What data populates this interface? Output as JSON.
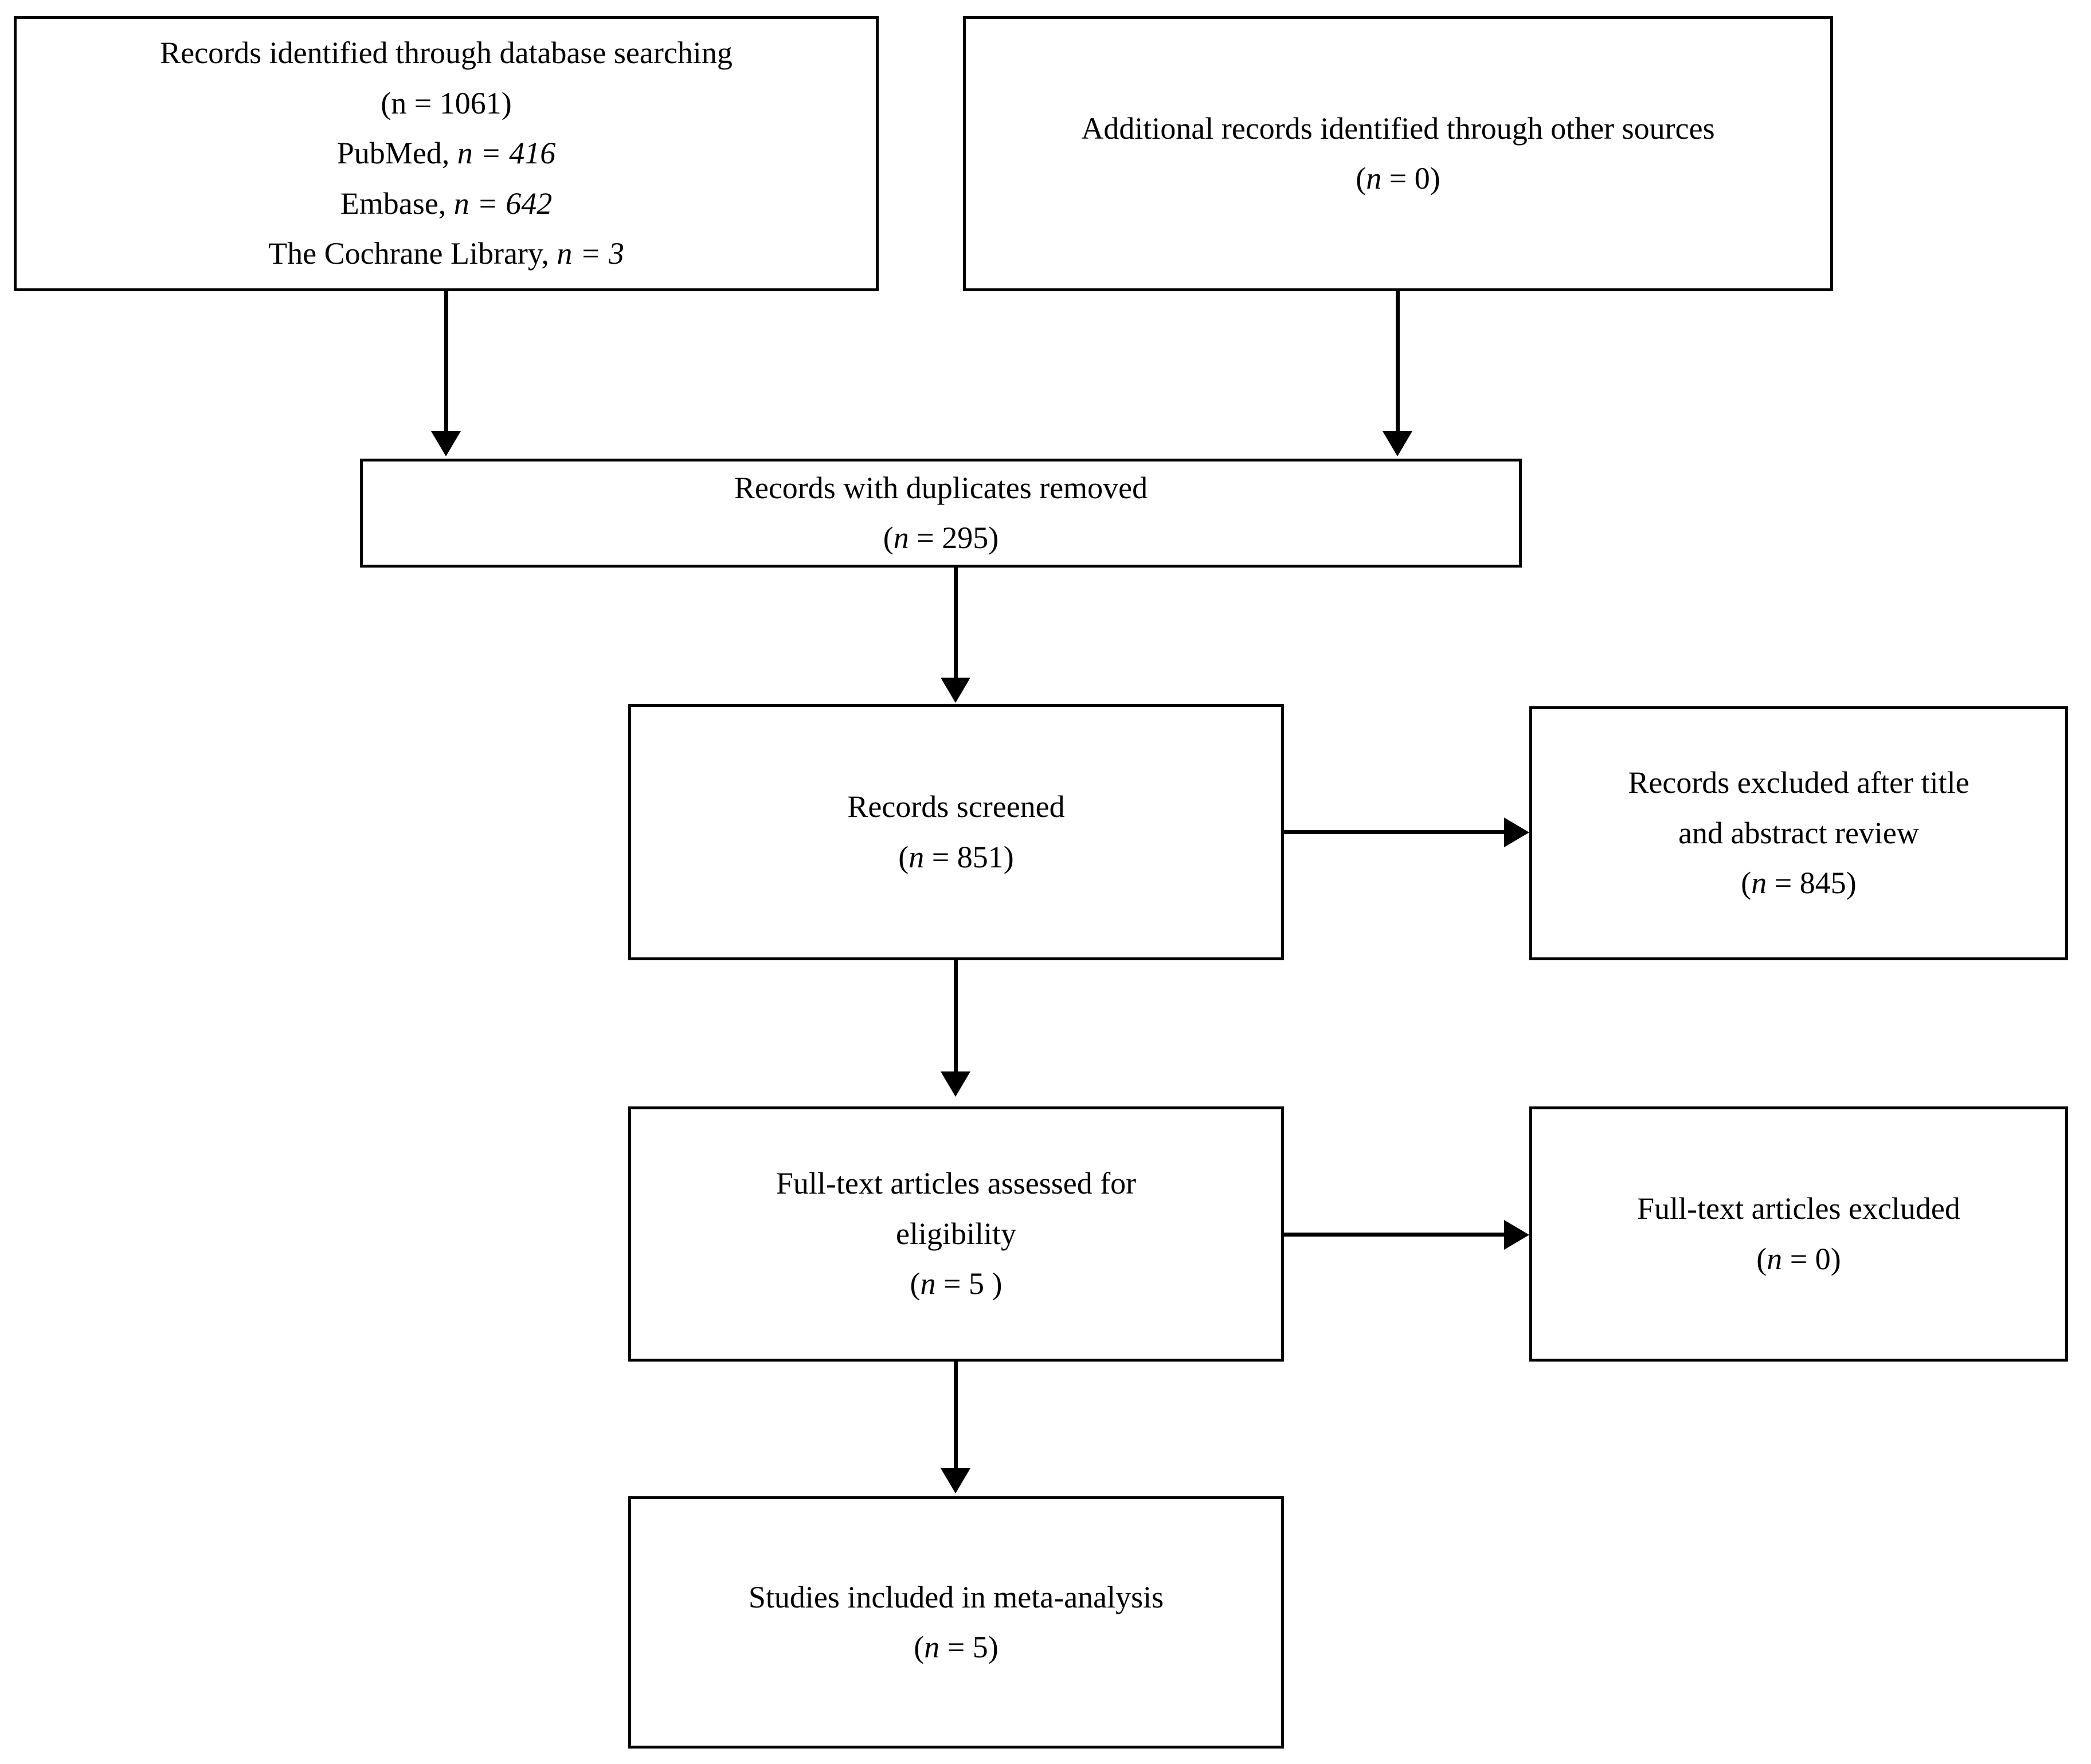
{
  "diagram": {
    "title": "PRISMA study selection flow diagram",
    "type": "prisma-flow",
    "colors": {
      "stroke": "#000000",
      "background": "#ffffff",
      "text": "#000000"
    },
    "boxes": {
      "identified_database": {
        "name": "records-identified-database",
        "lines": [
          "Records identified through database searching",
          "(n = 1061)",
          "PubMed, n = 416",
          "Embase, n = 642",
          "The Cochrane Library, n = 3"
        ],
        "label": "Records identified through database searching",
        "n_total": "(n = 1061)",
        "sources": [
          {
            "label": "PubMed,",
            "n": "n = 416",
            "count": 416
          },
          {
            "label": "Embase,",
            "n": "n = 642",
            "count": 642
          },
          {
            "label": "The Cochrane Library,",
            "n": "n = 3",
            "count": 3
          }
        ],
        "count": 1061
      },
      "identified_other": {
        "name": "additional-records-other-sources",
        "label": "Additional records identified through other sources",
        "n_text": "(n = 0)",
        "count": 0
      },
      "duplicates_removed": {
        "name": "records-duplicates-removed",
        "label": "Records with duplicates removed",
        "n_text": "(n = 295)",
        "count": 295
      },
      "screened": {
        "name": "records-screened",
        "label": "Records screened",
        "n_text": "(n = 851)",
        "count": 851
      },
      "excluded_title_abstract": {
        "name": "records-excluded-title-abstract",
        "label_line1": "Records excluded after title",
        "label_line2": "and abstract review",
        "n_text": "(n = 845)",
        "count": 845
      },
      "fulltext_assessed": {
        "name": "fulltext-articles-assessed",
        "label_line1": "Full-text articles assessed for",
        "label_line2": "eligibility",
        "n_text": "(n = 5 )",
        "count": 5
      },
      "fulltext_excluded": {
        "name": "fulltext-articles-excluded",
        "label": "Full-text articles excluded",
        "n_text": "(n = 0)",
        "count": 0
      },
      "included_meta": {
        "name": "studies-included-meta-analysis",
        "label": "Studies included in meta-analysis",
        "n_text": "(n = 5)",
        "count": 5
      }
    },
    "connectors": [
      {
        "from": "identified_database",
        "to": "duplicates_removed",
        "direction": "down"
      },
      {
        "from": "identified_other",
        "to": "duplicates_removed",
        "direction": "down"
      },
      {
        "from": "duplicates_removed",
        "to": "screened",
        "direction": "down"
      },
      {
        "from": "screened",
        "to": "excluded_title_abstract",
        "direction": "right"
      },
      {
        "from": "screened",
        "to": "fulltext_assessed",
        "direction": "down"
      },
      {
        "from": "fulltext_assessed",
        "to": "fulltext_excluded",
        "direction": "right"
      },
      {
        "from": "fulltext_assessed",
        "to": "included_meta",
        "direction": "down"
      }
    ]
  }
}
